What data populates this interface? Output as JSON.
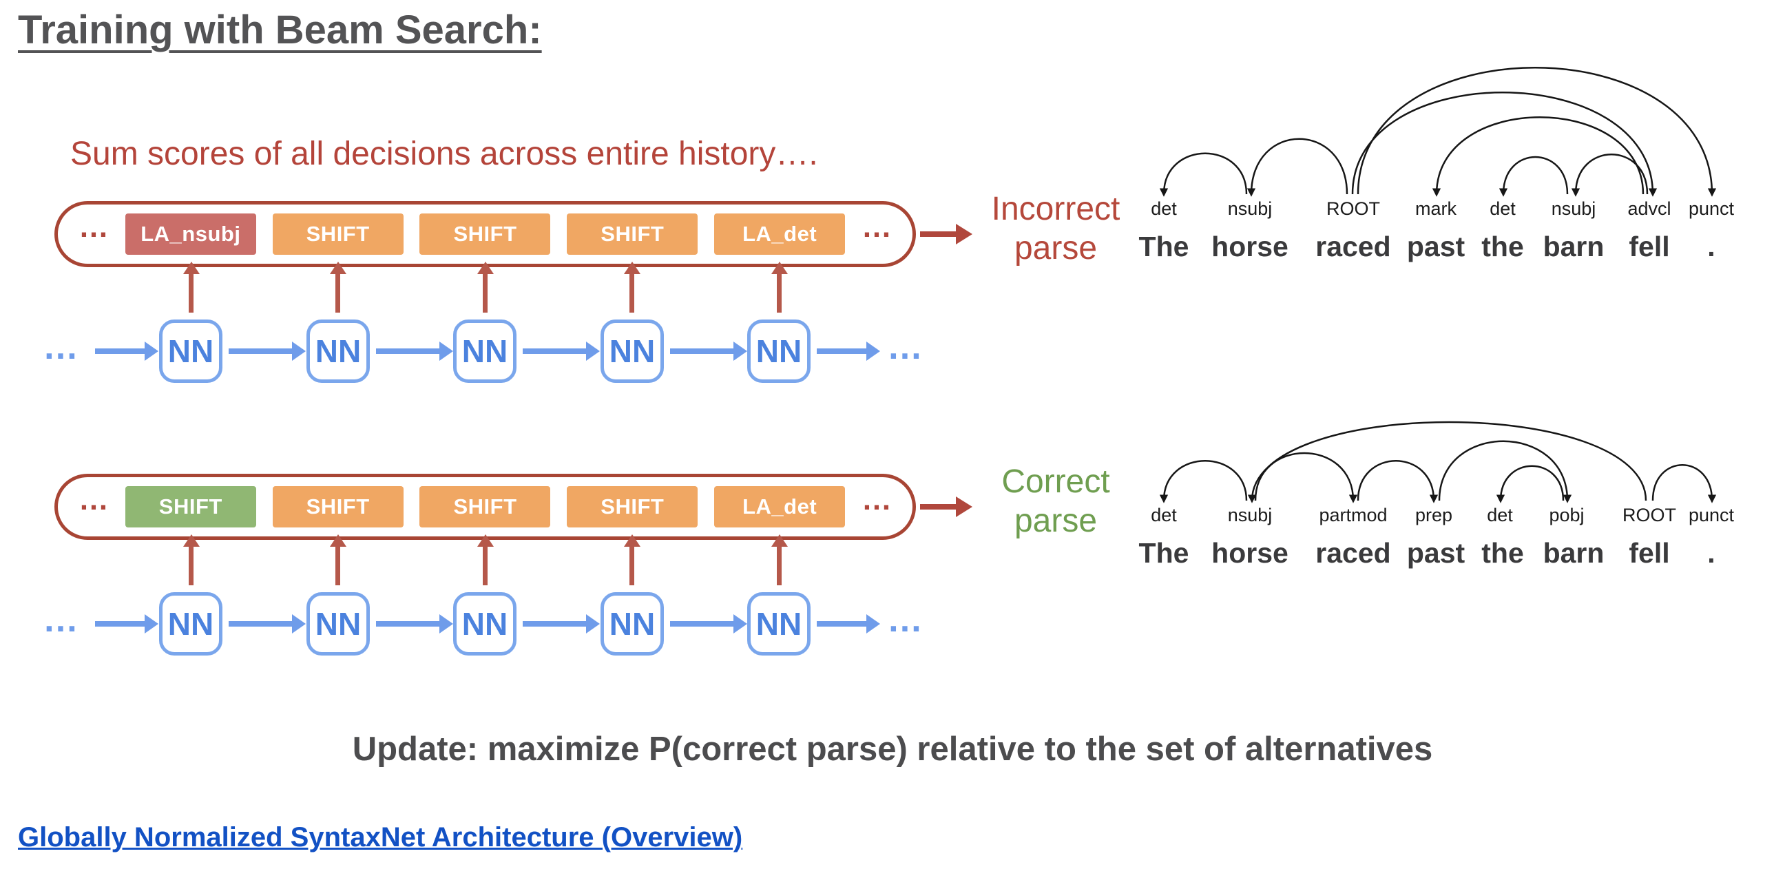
{
  "title": "Training with Beam Search:",
  "subtitle": "Sum scores of all decisions across entire history….",
  "ellipsis": "…",
  "nn_label": "NN",
  "update_text": "Update: maximize P(correct parse) relative to the set of alternatives",
  "footer_link": "Globally Normalized SyntaxNet Architecture (Overview)",
  "colors": {
    "red_accent": "#b0473c",
    "pill_border": "#a84534",
    "orange_box": "#f0a763",
    "wrong_box": "#ca6e69",
    "correct_box": "#90b773",
    "green_text": "#6f9e50",
    "blue_arrow": "#6f9cea",
    "nn_text": "#4b82de",
    "gray_text": "#4c4c4e",
    "link_blue": "#1251c4"
  },
  "groups": [
    {
      "name": "incorrect",
      "decisions": [
        {
          "label": "LA_nsubj",
          "type": "wrong"
        },
        {
          "label": "SHIFT",
          "type": "neutral"
        },
        {
          "label": "SHIFT",
          "type": "neutral"
        },
        {
          "label": "SHIFT",
          "type": "neutral"
        },
        {
          "label": "LA_det",
          "type": "neutral"
        }
      ],
      "result_line1": "Incorrect",
      "result_line2": "parse"
    },
    {
      "name": "correct",
      "decisions": [
        {
          "label": "SHIFT",
          "type": "correct"
        },
        {
          "label": "SHIFT",
          "type": "neutral"
        },
        {
          "label": "SHIFT",
          "type": "neutral"
        },
        {
          "label": "SHIFT",
          "type": "neutral"
        },
        {
          "label": "LA_det",
          "type": "neutral"
        }
      ],
      "result_line1": "Correct",
      "result_line2": "parse"
    }
  ],
  "parses": [
    {
      "name": "incorrect parse",
      "labels": [
        "det",
        "nsubj",
        "ROOT",
        "mark",
        "det",
        "nsubj",
        "advcl",
        "punct"
      ],
      "words": [
        "The",
        "horse",
        "raced",
        "past",
        "the",
        "barn",
        "fell",
        "."
      ],
      "arcs": [
        {
          "head": "horse",
          "dep": "The",
          "rel": "det"
        },
        {
          "head": "raced",
          "dep": "horse",
          "rel": "nsubj"
        },
        {
          "head": "fell",
          "dep": "past",
          "rel": "mark"
        },
        {
          "head": "barn",
          "dep": "the",
          "rel": "det"
        },
        {
          "head": "fell",
          "dep": "barn",
          "rel": "nsubj"
        },
        {
          "head": "raced",
          "dep": "fell",
          "rel": "advcl"
        },
        {
          "head": "raced",
          "dep": ".",
          "rel": "punct"
        }
      ]
    },
    {
      "name": "correct parse",
      "labels": [
        "det",
        "nsubj",
        "partmod",
        "prep",
        "det",
        "pobj",
        "ROOT",
        "punct"
      ],
      "words": [
        "The",
        "horse",
        "raced",
        "past",
        "the",
        "barn",
        "fell",
        "."
      ],
      "arcs": [
        {
          "head": "horse",
          "dep": "The",
          "rel": "det"
        },
        {
          "head": "fell",
          "dep": "horse",
          "rel": "nsubj"
        },
        {
          "head": "horse",
          "dep": "raced",
          "rel": "partmod"
        },
        {
          "head": "raced",
          "dep": "past",
          "rel": "prep"
        },
        {
          "head": "barn",
          "dep": "the",
          "rel": "det"
        },
        {
          "head": "past",
          "dep": "barn",
          "rel": "pobj"
        },
        {
          "head": "fell",
          "dep": ".",
          "rel": "punct"
        }
      ]
    }
  ]
}
